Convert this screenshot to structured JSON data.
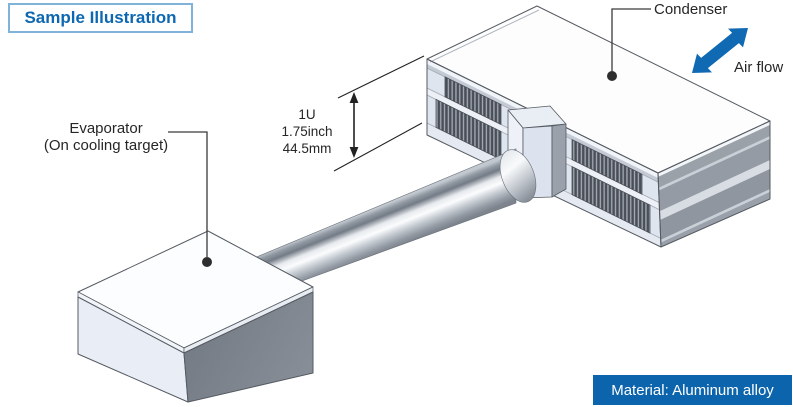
{
  "badge": {
    "label": "Sample Illustration"
  },
  "annotations": {
    "condenser": {
      "label": "Condenser"
    },
    "air_flow": {
      "label": "Air flow"
    },
    "evaporator": {
      "label_line1": "Evaporator",
      "label_line2": "(On cooling target)"
    },
    "dimension": {
      "line1": "1U",
      "line2": "1.75inch",
      "line3": "44.5mm"
    }
  },
  "footer": {
    "material_label": "Material: Aluminum alloy"
  },
  "colors": {
    "brand_blue_text": "#0d68b1",
    "badge_border": "#7fb3da",
    "arrow_blue": "#0f6ab3",
    "material_bg": "#0c64ac",
    "label_text": "#262626"
  },
  "icons": {
    "air_flow_arrow": "bidirectional-diagonal-arrow"
  }
}
